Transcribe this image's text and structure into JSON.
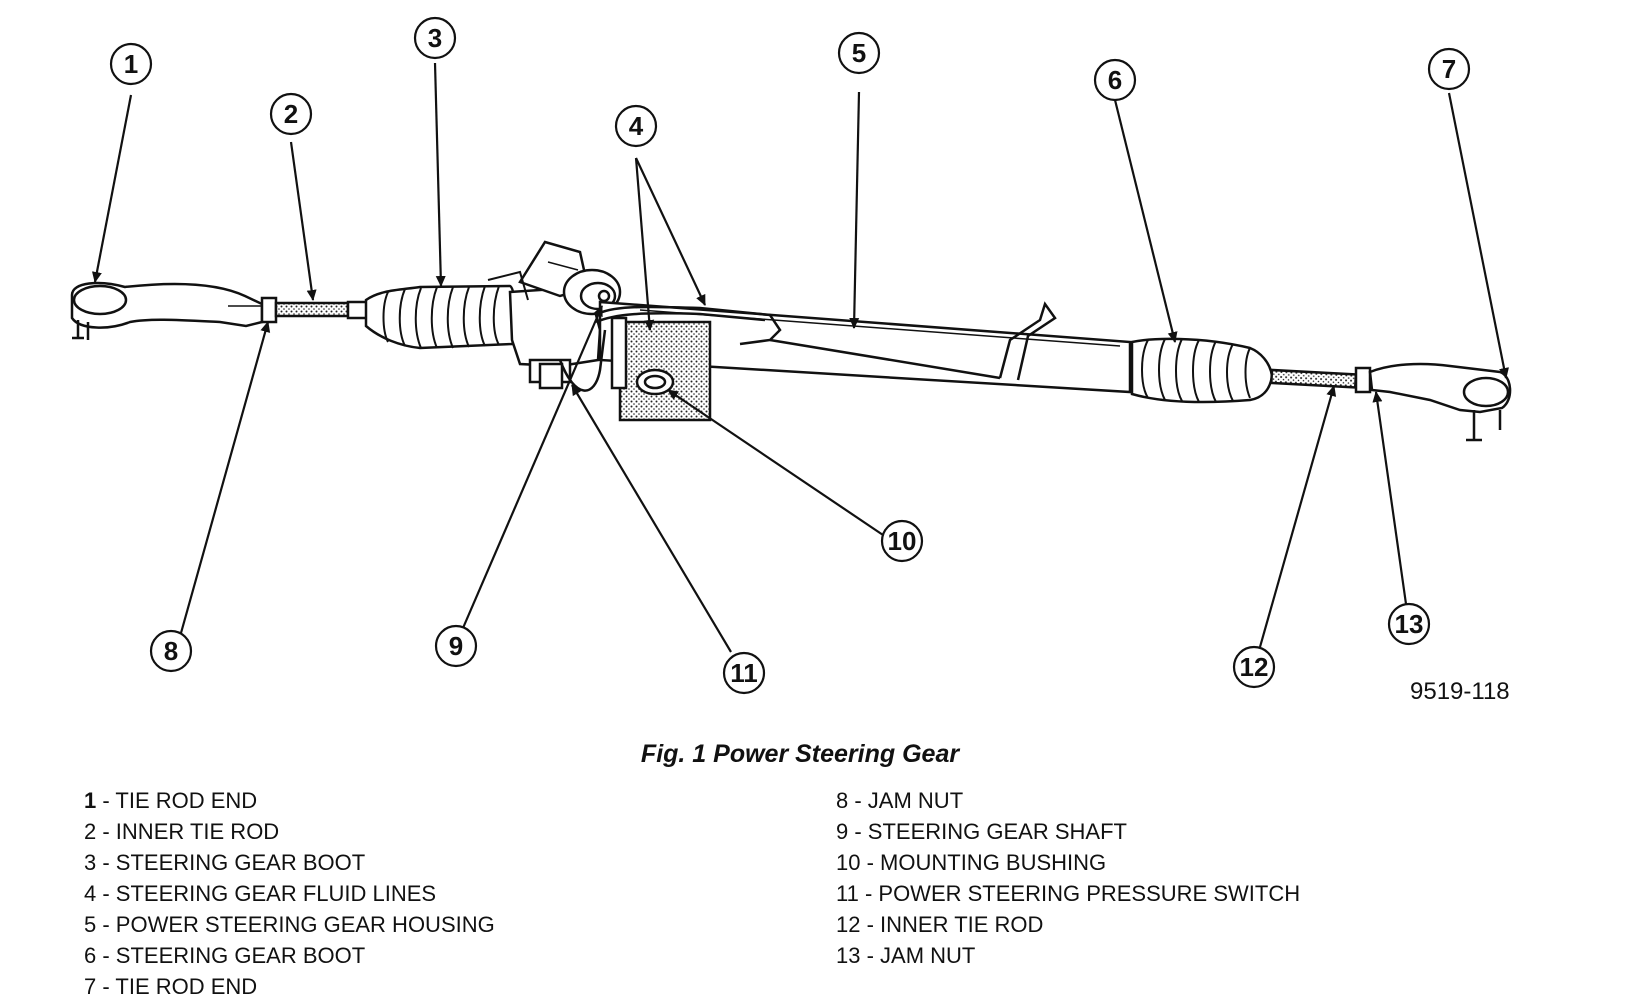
{
  "diagram": {
    "callouts": [
      "1",
      "2",
      "3",
      "4",
      "5",
      "6",
      "7",
      "8",
      "9",
      "10",
      "11",
      "12",
      "13"
    ],
    "figure_code": "9519-118"
  },
  "caption": "Fig. 1 Power Steering Gear",
  "legend_left": [
    {
      "num": "1",
      "text": " - TIE ROD END"
    },
    {
      "num": "2",
      "text": " - INNER TIE ROD"
    },
    {
      "num": "3",
      "text": " - STEERING GEAR BOOT"
    },
    {
      "num": "4",
      "text": " - STEERING GEAR FLUID LINES"
    },
    {
      "num": "5",
      "text": " - POWER STEERING GEAR HOUSING"
    },
    {
      "num": "6",
      "text": " - STEERING GEAR BOOT"
    },
    {
      "num": "7",
      "text": " - TIE ROD END"
    }
  ],
  "legend_right": [
    {
      "num": "8",
      "text": " - JAM NUT"
    },
    {
      "num": "9",
      "text": " - STEERING GEAR SHAFT"
    },
    {
      "num": "10",
      "text": " - MOUNTING BUSHING"
    },
    {
      "num": "11",
      "text": " - POWER STEERING PRESSURE SWITCH"
    },
    {
      "num": "12",
      "text": " - INNER TIE ROD"
    },
    {
      "num": "13",
      "text": " - JAM NUT"
    }
  ]
}
